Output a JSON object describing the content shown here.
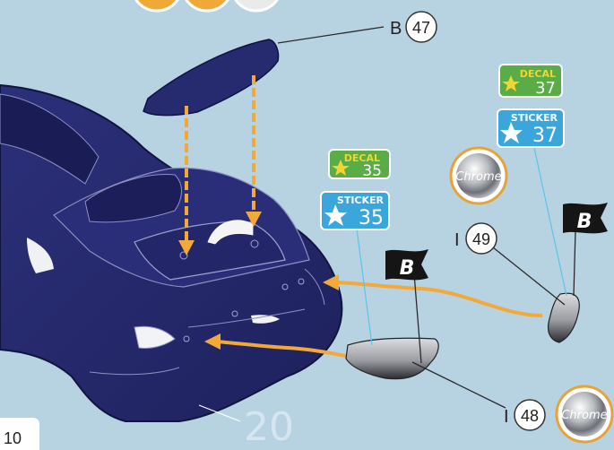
{
  "part_callouts": [
    {
      "id": "47",
      "sprue": "B"
    },
    {
      "id": "49",
      "sprue": "I"
    },
    {
      "id": "48",
      "sprue": "I"
    }
  ],
  "decals": [
    {
      "kind": "DECAL",
      "number": "35"
    },
    {
      "kind": "STICKER",
      "number": "35"
    },
    {
      "kind": "DECAL",
      "number": "37"
    },
    {
      "kind": "STICKER",
      "number": "37"
    }
  ],
  "paint_badges": [
    {
      "label": "Chrome"
    },
    {
      "label": "Chrome"
    }
  ],
  "flags": [
    {
      "letter": "B"
    },
    {
      "letter": "B"
    }
  ],
  "step_number": "20",
  "page_number": "10",
  "colors": {
    "background": "#b7d3e2",
    "car_body": "#262a6e",
    "arrow": "#f2a93a",
    "decal_green": "#5aac46",
    "sticker_blue": "#3aa6dc",
    "chrome_ring": "#e7a33a"
  }
}
